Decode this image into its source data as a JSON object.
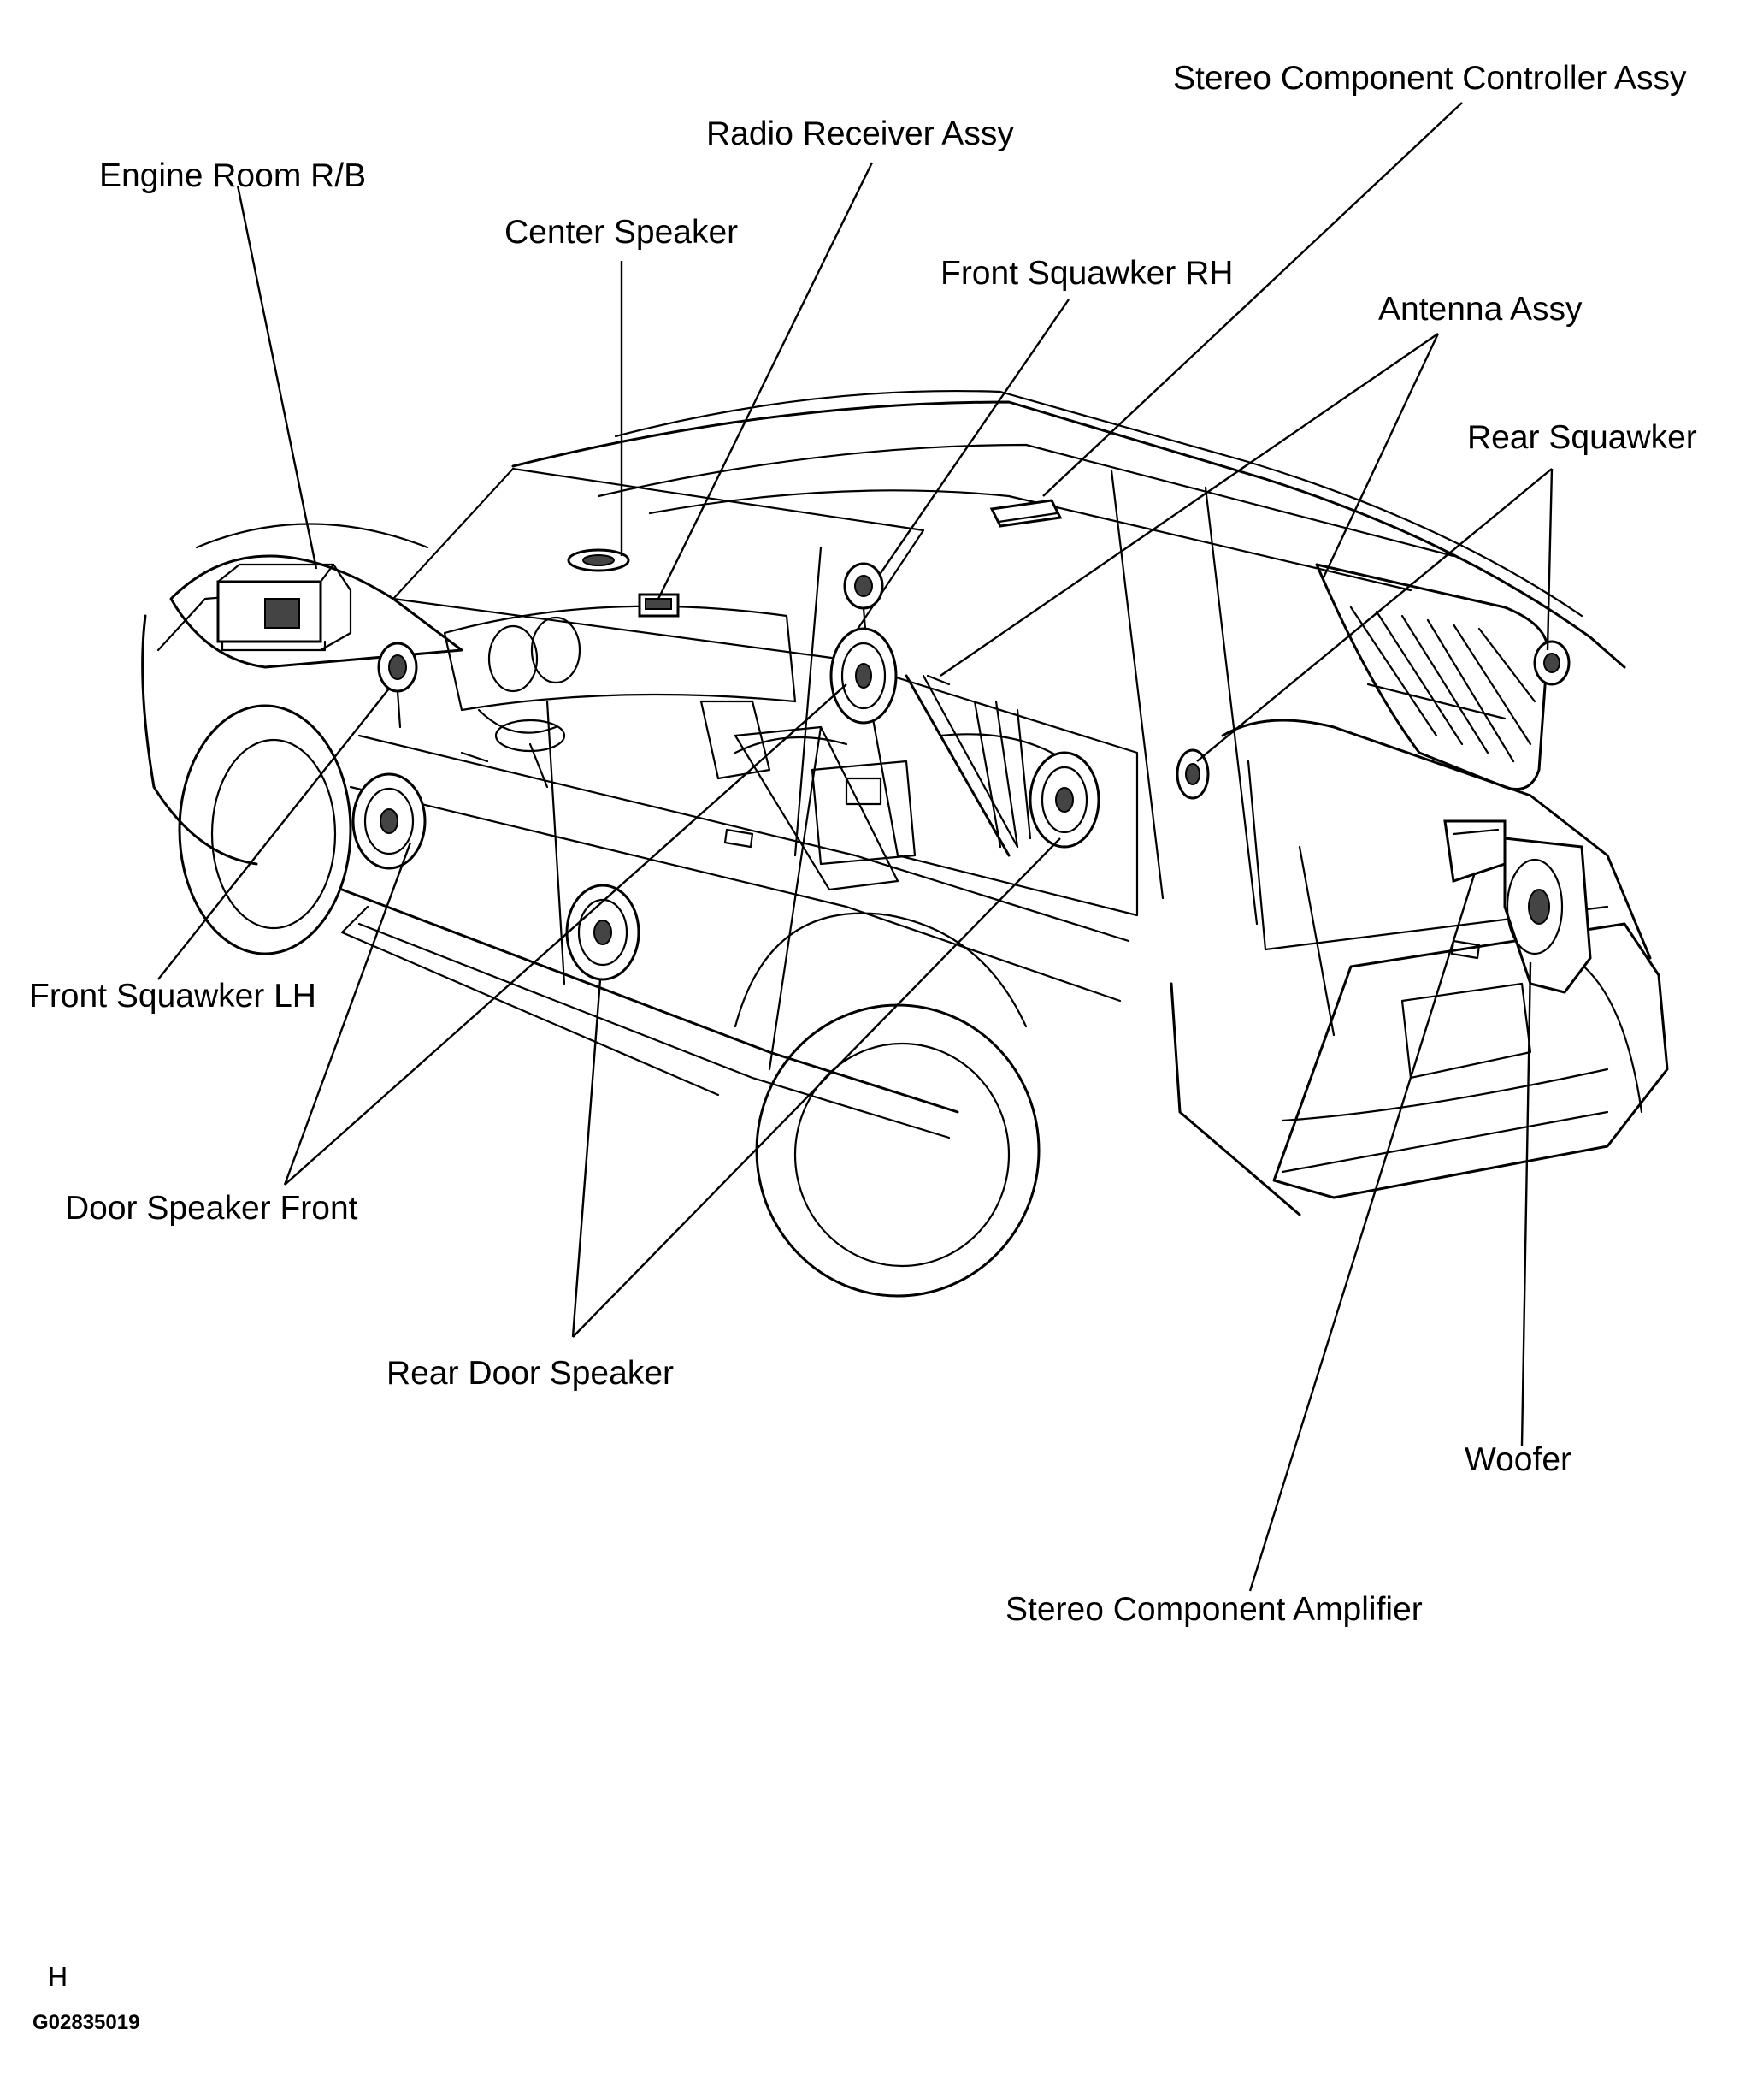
{
  "labels": {
    "stereo_component_controller_assy": "Stereo Component Controller Assy",
    "radio_receiver_assy": "Radio Receiver Assy",
    "engine_room_rb": "Engine Room R/B",
    "center_speaker": "Center Speaker",
    "front_squawker_rh": "Front Squawker RH",
    "antenna_assy": "Antenna Assy",
    "rear_squawker": "Rear Squawker",
    "front_squawker_lh": "Front Squawker LH",
    "door_speaker_front": "Door Speaker Front",
    "rear_door_speaker": "Rear Door Speaker",
    "woofer": "Woofer",
    "stereo_component_amplifier": "Stereo Component Amplifier"
  },
  "footer": {
    "letter": "H",
    "figure_code": "G02835019"
  }
}
